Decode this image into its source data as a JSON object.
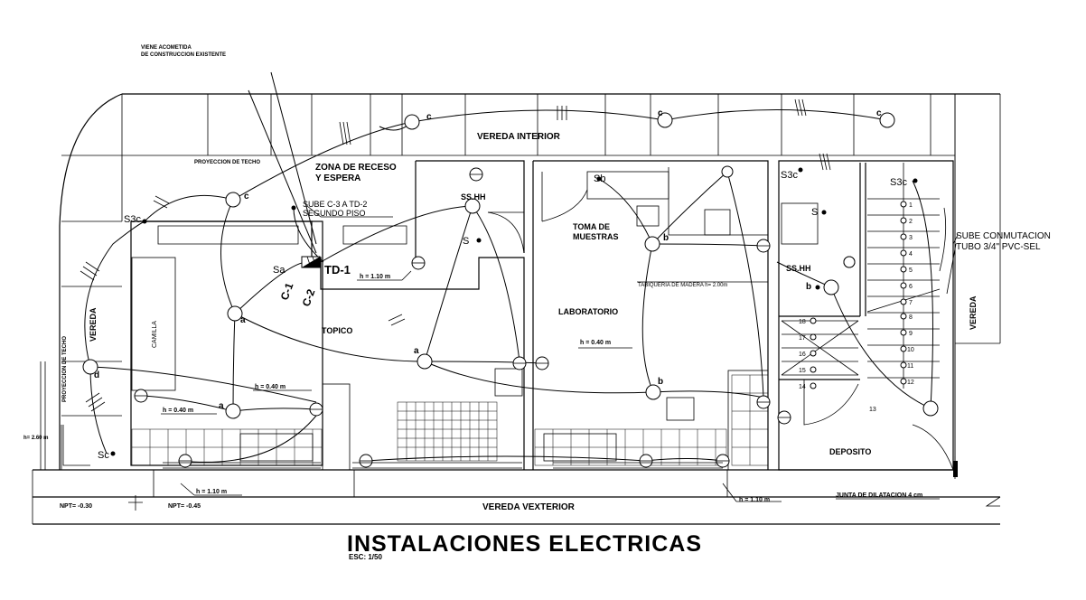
{
  "title": "INSTALACIONES ELECTRICAS",
  "scale": "ESC: 1/50",
  "notes": {
    "acometida_1": "VIENE ACOMETIDA",
    "acometida_2": "DE CONSTRUCCION EXISTENTE",
    "proyeccion_top": "PROYECCION DE TECHO",
    "proyeccion_left": "PROYECCION DE TECHO",
    "sube_c3_1": "SUBE C-3 A TD-2",
    "sube_c3_2": "SEGUNDO PISO",
    "sube_conm_1": "SUBE CONMUTACION",
    "sube_conm_2": "TUBO 3/4\" PVC-SEL",
    "tabiqueria": "TABIQUERIA DE MADERA h= 2.00m",
    "junta": "JUNTA DE DILATACION 4 cm"
  },
  "rooms": {
    "vereda_interior": "VEREDA INTERIOR",
    "zona_1": "ZONA DE RECESO",
    "zona_2": "Y ESPERA",
    "sshh_1": "SS.HH",
    "sshh_2": "SS.HH",
    "toma_1": "TOMA DE",
    "toma_2": "MUESTRAS",
    "topico": "TOPICO",
    "laboratorio": "LABORATORIO",
    "deposito": "DEPOSITO",
    "vereda_left": "VEREDA",
    "vereda_right": "VEREDA",
    "vereda_exterior": "VEREDA VEXTERIOR",
    "camilla": "CAMILLA"
  },
  "panel": {
    "td1": "TD-1",
    "c1": "C-1",
    "c2": "C-2"
  },
  "heights": {
    "h110_top": "h = 1.10 m",
    "h040_topico": "h = 0.40 m",
    "h040_left": "h = 0.40 m",
    "h040_lab": "h = 0.40 m",
    "h110_bottom_left": "h = 1.10 m",
    "h110_bottom_right": "h = 1.10 m",
    "h260": "h= 2.60 m"
  },
  "levels": {
    "npt1": "NPT= -0.30",
    "npt2": "NPT= -0.45"
  },
  "switch_labels": {
    "s3c_1": "S3c",
    "s3c_2": "S3c",
    "s3c_3": "S3c",
    "sa": "Sa",
    "sb": "Sb",
    "sc": "Sc",
    "s_1": "S",
    "s_2": "S"
  },
  "circuit_labels": {
    "c_1": "c",
    "c_2": "c",
    "c_3": "c",
    "c_4": "c",
    "a_1": "a",
    "a_2": "a",
    "a_3": "a",
    "b_1": "b",
    "b_2": "b",
    "b_3": "b",
    "d_1": "d"
  },
  "stair_steps": [
    "1",
    "2",
    "3",
    "4",
    "5",
    "6",
    "7",
    "8",
    "9",
    "10",
    "11",
    "12",
    "13",
    "14",
    "15",
    "16",
    "17",
    "18"
  ]
}
